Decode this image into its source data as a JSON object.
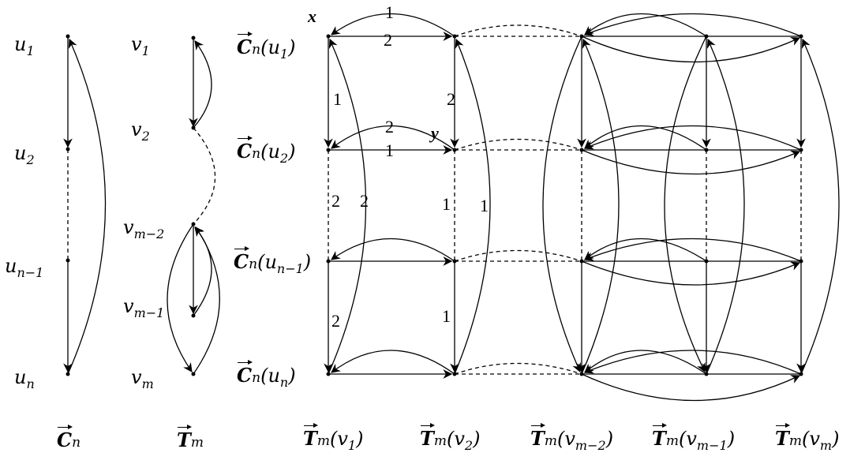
{
  "left_labels": {
    "u1": {
      "base": "u",
      "sub": "1"
    },
    "u2": {
      "base": "u",
      "sub": "2"
    },
    "un1": {
      "base": "u",
      "sub": "n−1"
    },
    "un": {
      "base": "u",
      "sub": "n"
    },
    "v1": {
      "base": "v",
      "sub": "1"
    },
    "v2": {
      "base": "v",
      "sub": "2"
    },
    "vm2": {
      "base": "v",
      "sub": "m−2"
    },
    "vm1": {
      "base": "v",
      "sub": "m−1"
    },
    "vm": {
      "base": "v",
      "sub": "m"
    }
  },
  "row_labels": [
    {
      "arrow": "C",
      "sub": "n",
      "arg": "u",
      "argsub": "1"
    },
    {
      "arrow": "C",
      "sub": "n",
      "arg": "u",
      "argsub": "2"
    },
    {
      "arrow": "C",
      "sub": "n",
      "arg": "u",
      "argsub": "n−1"
    },
    {
      "arrow": "C",
      "sub": "n",
      "arg": "u",
      "argsub": "n"
    }
  ],
  "bottom_labels": {
    "cn": {
      "arrow": "C",
      "sub": "n"
    },
    "tm": {
      "arrow": "T",
      "sub": "m"
    },
    "cols": [
      {
        "arrow": "T",
        "sub": "m",
        "arg": "v",
        "argsub": "1"
      },
      {
        "arrow": "T",
        "sub": "m",
        "arg": "v",
        "argsub": "2"
      },
      {
        "arrow": "T",
        "sub": "m",
        "arg": "v",
        "argsub": "m−2"
      },
      {
        "arrow": "T",
        "sub": "m",
        "arg": "v",
        "argsub": "m−1"
      },
      {
        "arrow": "T",
        "sub": "m",
        "arg": "v",
        "argsub": "m"
      }
    ]
  },
  "points": {
    "x": "x",
    "y": "y"
  },
  "edge_numbers": [
    "1",
    "2",
    "1",
    "2",
    "2",
    "1",
    "2",
    "2",
    "1",
    "1",
    "2",
    "1"
  ]
}
